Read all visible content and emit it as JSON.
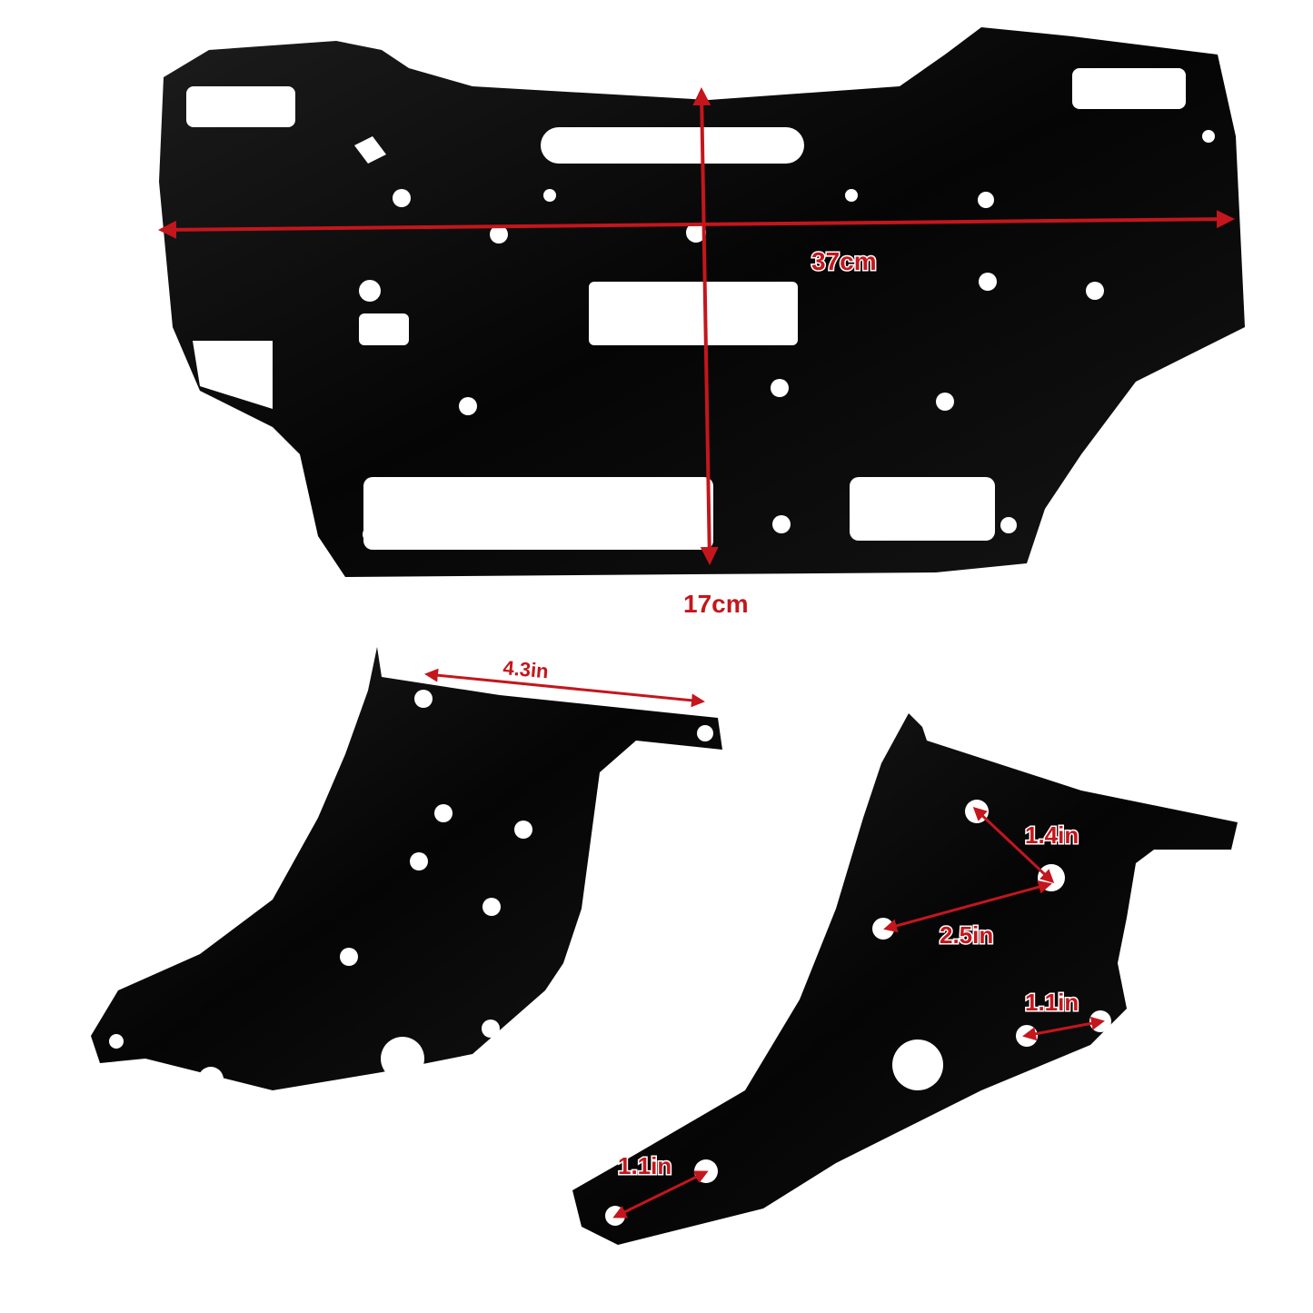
{
  "image": {
    "description": "Black powder-coated winch/battery mounting plate with two side brackets, product photo with red dimension annotations",
    "background": "#ffffff",
    "part_color": "#0a0a0a",
    "annotation_color": "#c4161c"
  },
  "dimensions": {
    "main_plate_width": "37cm",
    "main_plate_height": "17cm",
    "left_bracket_top": "4.3in",
    "right_bracket_hole_spacing_top": "1.4in",
    "right_bracket_hole_spacing_diag": "2.5in",
    "right_bracket_hole_spacing_lower": "1.1in",
    "right_bracket_hole_spacing_tail": "1.1in"
  }
}
